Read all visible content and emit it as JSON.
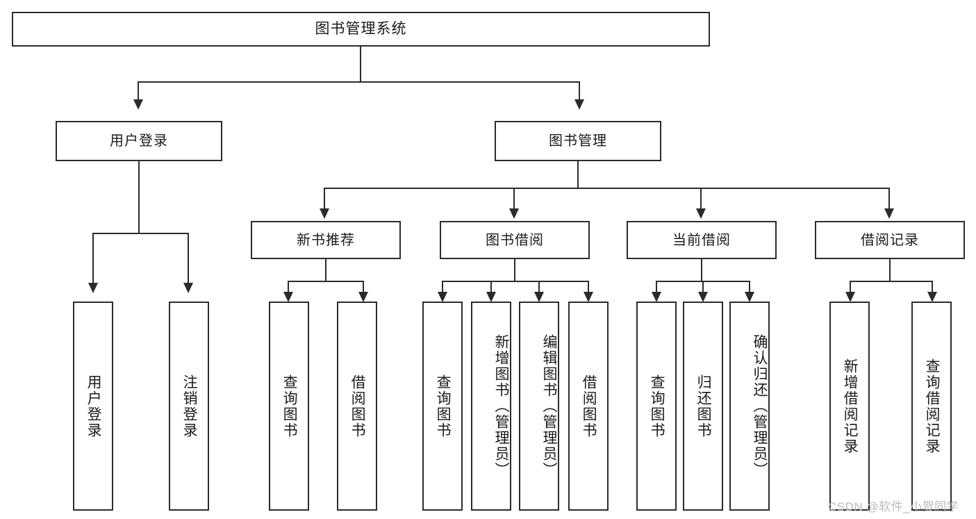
{
  "diagram": {
    "type": "tree",
    "title": "图书管理系统",
    "watermark": "CSDN @软件_小贺同学",
    "root": {
      "label": "图书管理系统"
    },
    "level2": [
      {
        "id": "user-login",
        "label": "用户登录"
      },
      {
        "id": "book-manage",
        "label": "图书管理"
      }
    ],
    "level3": [
      {
        "id": "new-book-recommend",
        "label": "新书推荐",
        "parent": "book-manage"
      },
      {
        "id": "book-borrow",
        "label": "图书借阅",
        "parent": "book-manage"
      },
      {
        "id": "current-borrow",
        "label": "当前借阅",
        "parent": "book-manage"
      },
      {
        "id": "borrow-record",
        "label": "借阅记录",
        "parent": "book-manage"
      }
    ],
    "leaves": [
      {
        "id": "leaf-user-login",
        "label": "用户登录",
        "parent": "user-login"
      },
      {
        "id": "leaf-logout-login",
        "label": "注销登录",
        "parent": "user-login"
      },
      {
        "id": "leaf-query-book-1",
        "label": "查询图书",
        "parent": "new-book-recommend"
      },
      {
        "id": "leaf-borrow-book-1",
        "label": "借阅图书",
        "parent": "new-book-recommend"
      },
      {
        "id": "leaf-query-book-2",
        "label": "查询图书",
        "parent": "book-borrow"
      },
      {
        "id": "leaf-add-book",
        "label": "新增图书（管理员）",
        "parent": "book-borrow"
      },
      {
        "id": "leaf-edit-book",
        "label": "编辑图书（管理员）",
        "parent": "book-borrow"
      },
      {
        "id": "leaf-borrow-book-2",
        "label": "借阅图书",
        "parent": "book-borrow"
      },
      {
        "id": "leaf-query-book-3",
        "label": "查询图书",
        "parent": "current-borrow"
      },
      {
        "id": "leaf-return-book",
        "label": "归还图书",
        "parent": "current-borrow"
      },
      {
        "id": "leaf-confirm-return",
        "label": "确认归还（管理员）",
        "parent": "current-borrow"
      },
      {
        "id": "leaf-add-record",
        "label": "新增借阅记录",
        "parent": "borrow-record"
      },
      {
        "id": "leaf-query-record",
        "label": "查询借阅记录",
        "parent": "borrow-record"
      }
    ]
  }
}
